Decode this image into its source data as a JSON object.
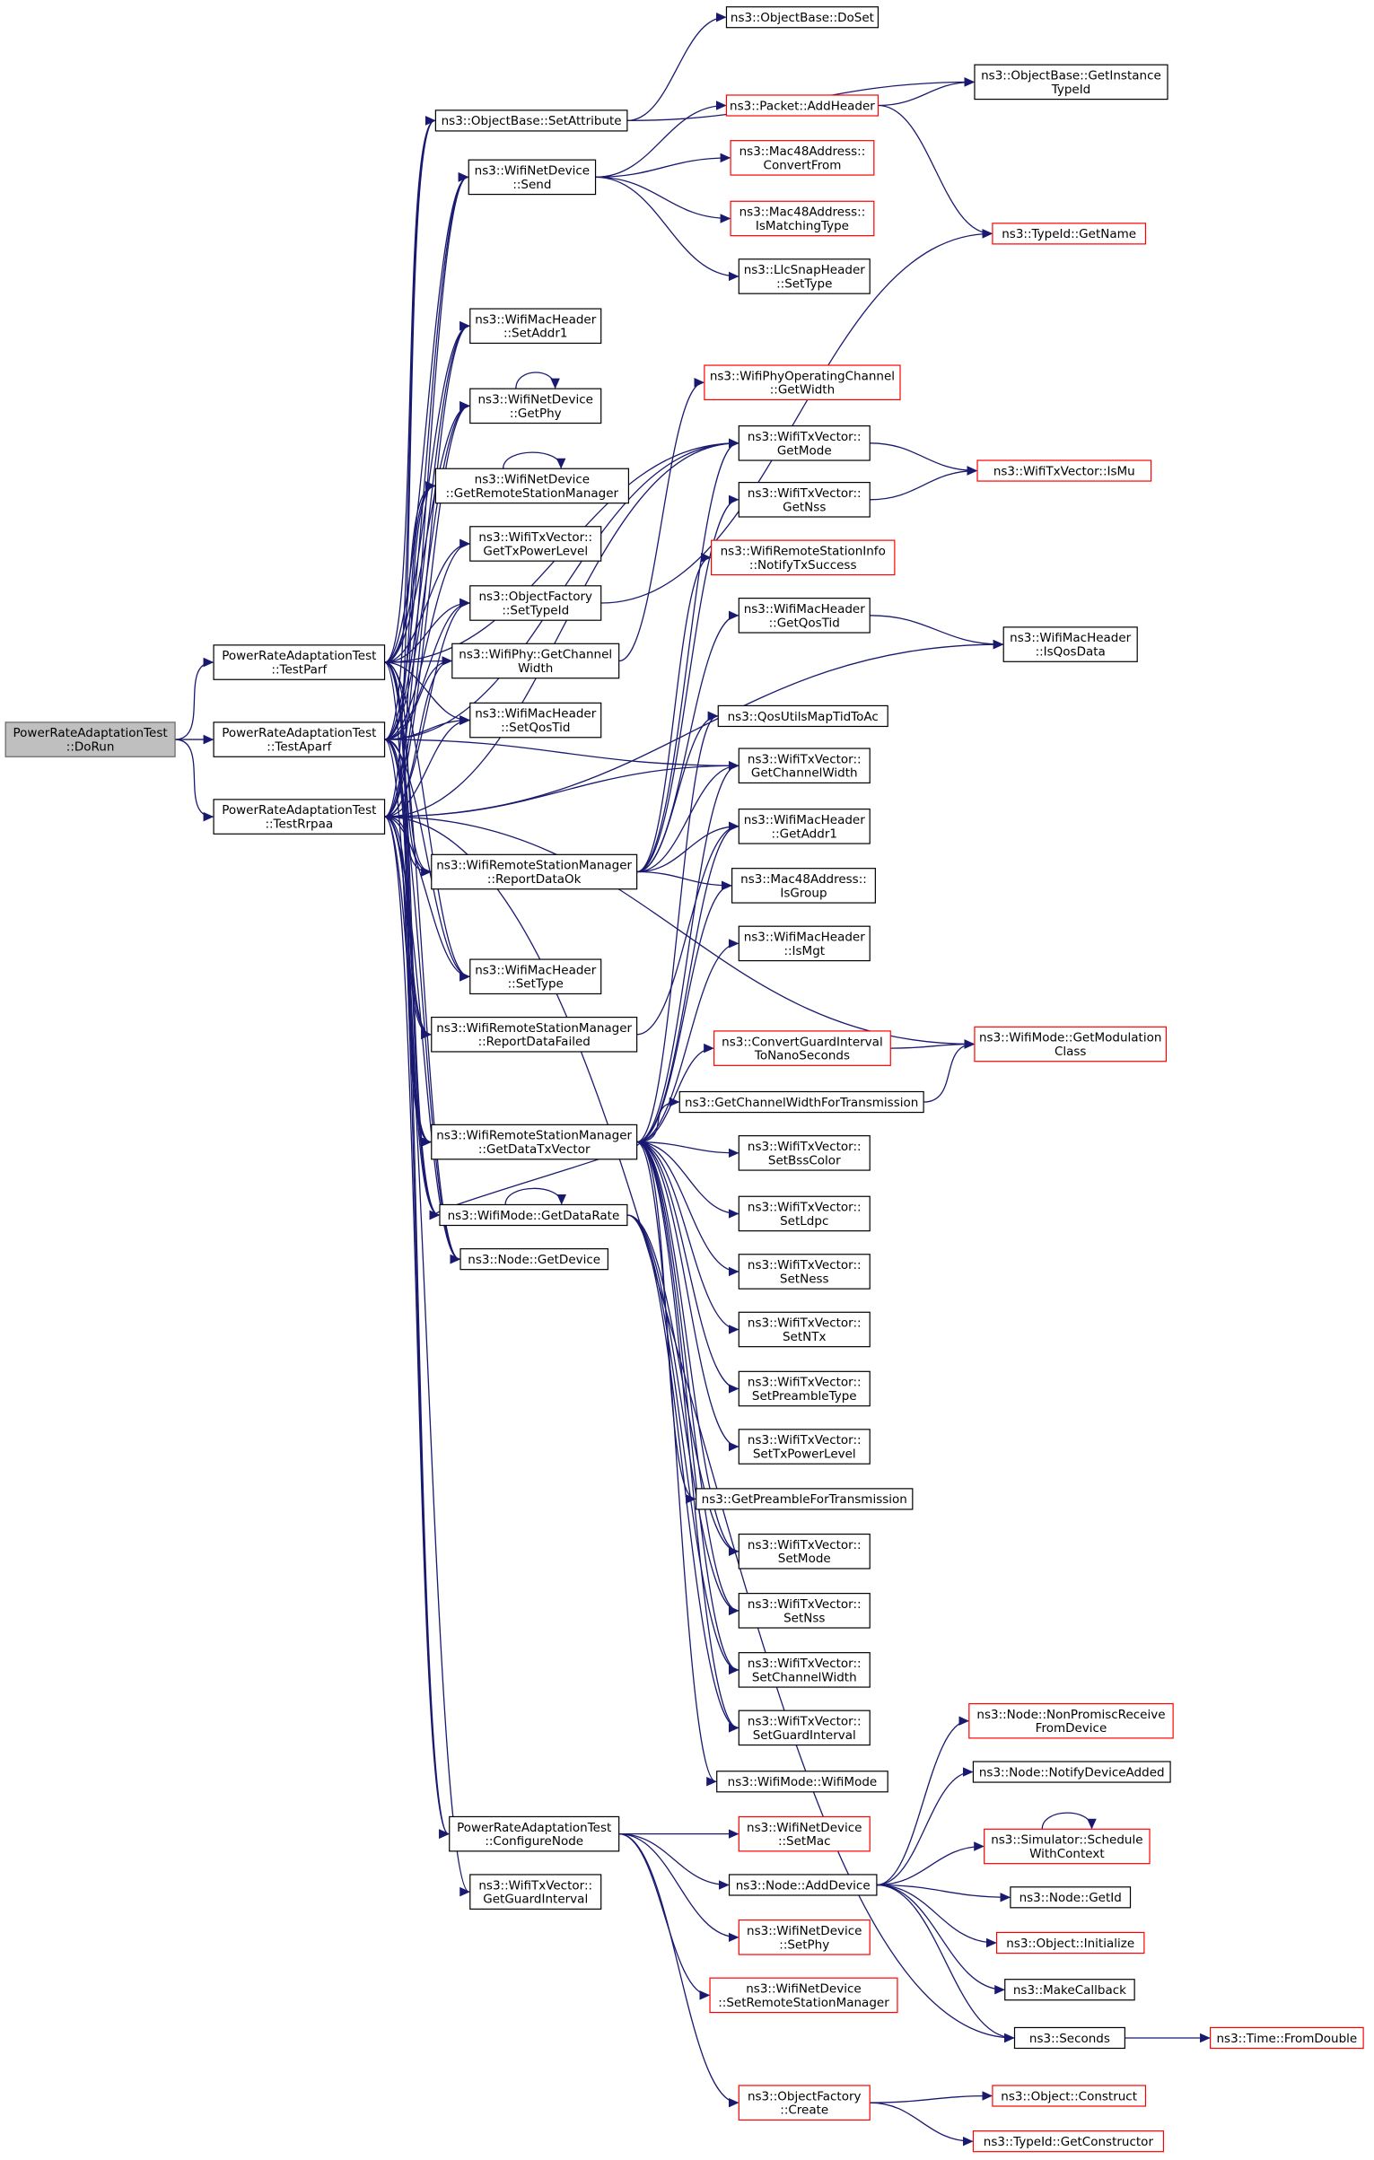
{
  "colors": {
    "edge": "#191970",
    "node_fill": "#ffffff",
    "root_fill": "#bfbfbf",
    "normal_border": "#000000",
    "truncated_border": "#ff0000",
    "root_border": "#666666"
  },
  "nodes": {
    "dorun": {
      "lines": [
        "PowerRateAdaptationTest",
        "::DoRun"
      ],
      "style": "root"
    },
    "testparf": {
      "lines": [
        "PowerRateAdaptationTest",
        "::TestParf"
      ],
      "style": "normal"
    },
    "testaparf": {
      "lines": [
        "PowerRateAdaptationTest",
        "::TestAparf"
      ],
      "style": "normal"
    },
    "testrrpaa": {
      "lines": [
        "PowerRateAdaptationTest",
        "::TestRrpaa"
      ],
      "style": "normal"
    },
    "setattribute": {
      "lines": [
        "ns3::ObjectBase::SetAttribute"
      ],
      "style": "normal"
    },
    "wifidev_send": {
      "lines": [
        "ns3::WifiNetDevice",
        "::Send"
      ],
      "style": "normal"
    },
    "setaddr1": {
      "lines": [
        "ns3::WifiMacHeader",
        "::SetAddr1"
      ],
      "style": "normal"
    },
    "getphy": {
      "lines": [
        "ns3::WifiNetDevice",
        "::GetPhy"
      ],
      "style": "normal"
    },
    "getrsm": {
      "lines": [
        "ns3::WifiNetDevice",
        "::GetRemoteStationManager"
      ],
      "style": "normal"
    },
    "gettxpowerlevel": {
      "lines": [
        "ns3::WifiTxVector::",
        "GetTxPowerLevel"
      ],
      "style": "normal"
    },
    "settypeid": {
      "lines": [
        "ns3::ObjectFactory",
        "::SetTypeId"
      ],
      "style": "normal"
    },
    "getchannelwidth_phy": {
      "lines": [
        "ns3::WifiPhy::GetChannel",
        "Width"
      ],
      "style": "normal"
    },
    "setqostid": {
      "lines": [
        "ns3::WifiMacHeader",
        "::SetQosTid"
      ],
      "style": "normal"
    },
    "reportdataok": {
      "lines": [
        "ns3::WifiRemoteStationManager",
        "::ReportDataOk"
      ],
      "style": "normal"
    },
    "settype_mac": {
      "lines": [
        "ns3::WifiMacHeader",
        "::SetType"
      ],
      "style": "normal"
    },
    "reportdatafailed": {
      "lines": [
        "ns3::WifiRemoteStationManager",
        "::ReportDataFailed"
      ],
      "style": "normal"
    },
    "getdatatxvector": {
      "lines": [
        "ns3::WifiRemoteStationManager",
        "::GetDataTxVector"
      ],
      "style": "normal"
    },
    "getdatarate": {
      "lines": [
        "ns3::WifiMode::GetDataRate"
      ],
      "style": "normal"
    },
    "node_getdevice": {
      "lines": [
        "ns3::Node::GetDevice"
      ],
      "style": "normal"
    },
    "configurenode": {
      "lines": [
        "PowerRateAdaptationTest",
        "::ConfigureNode"
      ],
      "style": "normal"
    },
    "getguardinterval": {
      "lines": [
        "ns3::WifiTxVector::",
        "GetGuardInterval"
      ],
      "style": "normal"
    },
    "doset": {
      "lines": [
        "ns3::ObjectBase::DoSet"
      ],
      "style": "normal"
    },
    "addheader": {
      "lines": [
        "ns3::Packet::AddHeader"
      ],
      "style": "truncated"
    },
    "convertfrom": {
      "lines": [
        "ns3::Mac48Address::",
        "ConvertFrom"
      ],
      "style": "truncated"
    },
    "ismatchingtype": {
      "lines": [
        "ns3::Mac48Address::",
        "IsMatchingType"
      ],
      "style": "truncated"
    },
    "llcsnap_settype": {
      "lines": [
        "ns3::LlcSnapHeader",
        "::SetType"
      ],
      "style": "normal"
    },
    "opchannel_getwidth": {
      "lines": [
        "ns3::WifiPhyOperatingChannel",
        "::GetWidth"
      ],
      "style": "truncated"
    },
    "getmode": {
      "lines": [
        "ns3::WifiTxVector::",
        "GetMode"
      ],
      "style": "normal"
    },
    "getnss": {
      "lines": [
        "ns3::WifiTxVector::",
        "GetNss"
      ],
      "style": "normal"
    },
    "notifytxsuccess": {
      "lines": [
        "ns3::WifiRemoteStationInfo",
        "::NotifyTxSuccess"
      ],
      "style": "truncated"
    },
    "getqostid": {
      "lines": [
        "ns3::WifiMacHeader",
        "::GetQosTid"
      ],
      "style": "normal"
    },
    "qosmaptidtoac": {
      "lines": [
        "ns3::QosUtilsMapTidToAc"
      ],
      "style": "normal"
    },
    "getchannelwidth_tx": {
      "lines": [
        "ns3::WifiTxVector::",
        "GetChannelWidth"
      ],
      "style": "normal"
    },
    "getaddr1": {
      "lines": [
        "ns3::WifiMacHeader",
        "::GetAddr1"
      ],
      "style": "normal"
    },
    "isgroup": {
      "lines": [
        "ns3::Mac48Address::",
        "IsGroup"
      ],
      "style": "normal"
    },
    "ismgt": {
      "lines": [
        "ns3::WifiMacHeader",
        "::IsMgt"
      ],
      "style": "normal"
    },
    "convertgi": {
      "lines": [
        "ns3::ConvertGuardInterval",
        "ToNanoSeconds"
      ],
      "style": "truncated"
    },
    "getcwfortx": {
      "lines": [
        "ns3::GetChannelWidthForTransmission"
      ],
      "style": "normal"
    },
    "setbsscolor": {
      "lines": [
        "ns3::WifiTxVector::",
        "SetBssColor"
      ],
      "style": "normal"
    },
    "setldpc": {
      "lines": [
        "ns3::WifiTxVector::",
        "SetLdpc"
      ],
      "style": "normal"
    },
    "setness": {
      "lines": [
        "ns3::WifiTxVector::",
        "SetNess"
      ],
      "style": "normal"
    },
    "setntx": {
      "lines": [
        "ns3::WifiTxVector::",
        "SetNTx"
      ],
      "style": "normal"
    },
    "setpreambletype": {
      "lines": [
        "ns3::WifiTxVector::",
        "SetPreambleType"
      ],
      "style": "normal"
    },
    "settxpowerlevel": {
      "lines": [
        "ns3::WifiTxVector::",
        "SetTxPowerLevel"
      ],
      "style": "normal"
    },
    "getpreamble": {
      "lines": [
        "ns3::GetPreambleForTransmission"
      ],
      "style": "normal"
    },
    "setmode": {
      "lines": [
        "ns3::WifiTxVector::",
        "SetMode"
      ],
      "style": "normal"
    },
    "setnss": {
      "lines": [
        "ns3::WifiTxVector::",
        "SetNss"
      ],
      "style": "normal"
    },
    "setchannelwidth": {
      "lines": [
        "ns3::WifiTxVector::",
        "SetChannelWidth"
      ],
      "style": "normal"
    },
    "setguardinterval": {
      "lines": [
        "ns3::WifiTxVector::",
        "SetGuardInterval"
      ],
      "style": "normal"
    },
    "wifimode_ctor": {
      "lines": [
        "ns3::WifiMode::WifiMode"
      ],
      "style": "normal"
    },
    "wifidev_setmac": {
      "lines": [
        "ns3::WifiNetDevice",
        "::SetMac"
      ],
      "style": "truncated"
    },
    "node_adddevice": {
      "lines": [
        "ns3::Node::AddDevice"
      ],
      "style": "normal"
    },
    "wifidev_setphy": {
      "lines": [
        "ns3::WifiNetDevice",
        "::SetPhy"
      ],
      "style": "truncated"
    },
    "wifidev_setrsm": {
      "lines": [
        "ns3::WifiNetDevice",
        "::SetRemoteStationManager"
      ],
      "style": "truncated"
    },
    "objfactory_create": {
      "lines": [
        "ns3::ObjectFactory",
        "::Create"
      ],
      "style": "truncated"
    },
    "getinstancetypeid": {
      "lines": [
        "ns3::ObjectBase::GetInstance",
        "TypeId"
      ],
      "style": "normal"
    },
    "typeid_getname": {
      "lines": [
        "ns3::TypeId::GetName"
      ],
      "style": "truncated"
    },
    "ismu": {
      "lines": [
        "ns3::WifiTxVector::IsMu"
      ],
      "style": "truncated"
    },
    "isqosdata": {
      "lines": [
        "ns3::WifiMacHeader",
        "::IsQosData"
      ],
      "style": "normal"
    },
    "getmodulationclass": {
      "lines": [
        "ns3::WifiMode::GetModulation",
        "Class"
      ],
      "style": "truncated"
    },
    "nonpromisc": {
      "lines": [
        "ns3::Node::NonPromiscReceive",
        "FromDevice"
      ],
      "style": "truncated"
    },
    "notifydeviceadded": {
      "lines": [
        "ns3::Node::NotifyDeviceAdded"
      ],
      "style": "normal"
    },
    "schedulewithcontext": {
      "lines": [
        "ns3::Simulator::Schedule",
        "WithContext"
      ],
      "style": "truncated"
    },
    "node_getid": {
      "lines": [
        "ns3::Node::GetId"
      ],
      "style": "normal"
    },
    "object_initialize": {
      "lines": [
        "ns3::Object::Initialize"
      ],
      "style": "truncated"
    },
    "makecallback": {
      "lines": [
        "ns3::MakeCallback"
      ],
      "style": "normal"
    },
    "seconds": {
      "lines": [
        "ns3::Seconds"
      ],
      "style": "normal"
    },
    "object_construct": {
      "lines": [
        "ns3::Object::Construct"
      ],
      "style": "truncated"
    },
    "typeid_getconstructor": {
      "lines": [
        "ns3::TypeId::GetConstructor"
      ],
      "style": "truncated"
    },
    "time_fromdouble": {
      "lines": [
        "ns3::Time::FromDouble"
      ],
      "style": "truncated"
    }
  },
  "edges": [
    [
      "dorun",
      "testparf"
    ],
    [
      "dorun",
      "testaparf"
    ],
    [
      "dorun",
      "testrrpaa"
    ],
    [
      "testparf",
      "setattribute"
    ],
    [
      "testparf",
      "wifidev_send"
    ],
    [
      "testparf",
      "setaddr1"
    ],
    [
      "testparf",
      "getphy"
    ],
    [
      "testparf",
      "getrsm"
    ],
    [
      "testparf",
      "gettxpowerlevel"
    ],
    [
      "testparf",
      "settypeid"
    ],
    [
      "testparf",
      "getchannelwidth_phy"
    ],
    [
      "testparf",
      "setqostid"
    ],
    [
      "testparf",
      "reportdataok"
    ],
    [
      "testparf",
      "settype_mac"
    ],
    [
      "testparf",
      "reportdatafailed"
    ],
    [
      "testparf",
      "getdatatxvector"
    ],
    [
      "testparf",
      "getdatarate"
    ],
    [
      "testparf",
      "node_getdevice"
    ],
    [
      "testparf",
      "configurenode"
    ],
    [
      "testparf",
      "getmode"
    ],
    [
      "testaparf",
      "setattribute"
    ],
    [
      "testaparf",
      "wifidev_send"
    ],
    [
      "testaparf",
      "setaddr1"
    ],
    [
      "testaparf",
      "getphy"
    ],
    [
      "testaparf",
      "getrsm"
    ],
    [
      "testaparf",
      "gettxpowerlevel"
    ],
    [
      "testaparf",
      "settypeid"
    ],
    [
      "testaparf",
      "getchannelwidth_phy"
    ],
    [
      "testaparf",
      "setqostid"
    ],
    [
      "testaparf",
      "reportdataok"
    ],
    [
      "testaparf",
      "settype_mac"
    ],
    [
      "testaparf",
      "reportdatafailed"
    ],
    [
      "testaparf",
      "getdatatxvector"
    ],
    [
      "testaparf",
      "getdatarate"
    ],
    [
      "testaparf",
      "node_getdevice"
    ],
    [
      "testaparf",
      "configurenode"
    ],
    [
      "testaparf",
      "getmode"
    ],
    [
      "testaparf",
      "getchannelwidth_tx"
    ],
    [
      "testrrpaa",
      "setattribute"
    ],
    [
      "testrrpaa",
      "wifidev_send"
    ],
    [
      "testrrpaa",
      "setaddr1"
    ],
    [
      "testrrpaa",
      "getphy"
    ],
    [
      "testrrpaa",
      "getrsm"
    ],
    [
      "testrrpaa",
      "settypeid"
    ],
    [
      "testrrpaa",
      "getchannelwidth_phy"
    ],
    [
      "testrrpaa",
      "setqostid"
    ],
    [
      "testrrpaa",
      "reportdataok"
    ],
    [
      "testrrpaa",
      "settype_mac"
    ],
    [
      "testrrpaa",
      "reportdatafailed"
    ],
    [
      "testrrpaa",
      "getdatatxvector"
    ],
    [
      "testrrpaa",
      "getdatarate"
    ],
    [
      "testrrpaa",
      "node_getdevice"
    ],
    [
      "testrrpaa",
      "configurenode"
    ],
    [
      "testrrpaa",
      "getguardinterval"
    ],
    [
      "testrrpaa",
      "seconds"
    ],
    [
      "testrrpaa",
      "getmode"
    ],
    [
      "testrrpaa",
      "getchannelwidth_tx"
    ],
    [
      "testrrpaa",
      "isqosdata"
    ],
    [
      "testrrpaa",
      "getmodulationclass"
    ],
    [
      "setattribute",
      "doset"
    ],
    [
      "setattribute",
      "getinstancetypeid"
    ],
    [
      "wifidev_send",
      "addheader"
    ],
    [
      "wifidev_send",
      "convertfrom"
    ],
    [
      "wifidev_send",
      "ismatchingtype"
    ],
    [
      "wifidev_send",
      "llcsnap_settype"
    ],
    [
      "addheader",
      "getinstancetypeid"
    ],
    [
      "addheader",
      "typeid_getname"
    ],
    [
      "getphy",
      "getphy"
    ],
    [
      "getrsm",
      "getrsm"
    ],
    [
      "settypeid",
      "typeid_getname"
    ],
    [
      "getchannelwidth_phy",
      "opchannel_getwidth"
    ],
    [
      "getmode",
      "ismu"
    ],
    [
      "getnss",
      "ismu"
    ],
    [
      "reportdataok",
      "getmode"
    ],
    [
      "reportdataok",
      "getnss"
    ],
    [
      "reportdataok",
      "notifytxsuccess"
    ],
    [
      "reportdataok",
      "getqostid"
    ],
    [
      "reportdataok",
      "qosmaptidtoac"
    ],
    [
      "reportdataok",
      "getchannelwidth_tx"
    ],
    [
      "reportdataok",
      "getaddr1"
    ],
    [
      "reportdataok",
      "isgroup"
    ],
    [
      "getqostid",
      "isqosdata"
    ],
    [
      "reportdatafailed",
      "getaddr1"
    ],
    [
      "getdatatxvector",
      "getaddr1"
    ],
    [
      "getdatatxvector",
      "isgroup"
    ],
    [
      "getdatatxvector",
      "ismgt"
    ],
    [
      "getdatatxvector",
      "convertgi"
    ],
    [
      "getdatatxvector",
      "getcwfortx"
    ],
    [
      "getdatatxvector",
      "setbsscolor"
    ],
    [
      "getdatatxvector",
      "setldpc"
    ],
    [
      "getdatatxvector",
      "setness"
    ],
    [
      "getdatatxvector",
      "setntx"
    ],
    [
      "getdatatxvector",
      "setpreambletype"
    ],
    [
      "getdatatxvector",
      "settxpowerlevel"
    ],
    [
      "getdatatxvector",
      "getpreamble"
    ],
    [
      "getdatatxvector",
      "setmode"
    ],
    [
      "getdatatxvector",
      "setnss"
    ],
    [
      "getdatatxvector",
      "setchannelwidth"
    ],
    [
      "getdatatxvector",
      "setguardinterval"
    ],
    [
      "getdatatxvector",
      "wifimode_ctor"
    ],
    [
      "getdatatxvector",
      "getdatarate"
    ],
    [
      "getdatatxvector",
      "getchannelwidth_tx"
    ],
    [
      "getdatatxvector",
      "qosmaptidtoac"
    ],
    [
      "convertgi",
      "getmodulationclass"
    ],
    [
      "getcwfortx",
      "getmodulationclass"
    ],
    [
      "getdatarate",
      "getdatarate"
    ],
    [
      "getdatarate",
      "setmode"
    ],
    [
      "getdatarate",
      "setnss"
    ],
    [
      "getdatarate",
      "setchannelwidth"
    ],
    [
      "getdatarate",
      "setguardinterval"
    ],
    [
      "configurenode",
      "wifidev_setmac"
    ],
    [
      "configurenode",
      "node_adddevice"
    ],
    [
      "configurenode",
      "wifidev_setphy"
    ],
    [
      "configurenode",
      "wifidev_setrsm"
    ],
    [
      "configurenode",
      "objfactory_create"
    ],
    [
      "node_adddevice",
      "nonpromisc"
    ],
    [
      "node_adddevice",
      "notifydeviceadded"
    ],
    [
      "node_adddevice",
      "schedulewithcontext"
    ],
    [
      "node_adddevice",
      "node_getid"
    ],
    [
      "node_adddevice",
      "object_initialize"
    ],
    [
      "node_adddevice",
      "makecallback"
    ],
    [
      "node_adddevice",
      "seconds"
    ],
    [
      "schedulewithcontext",
      "schedulewithcontext"
    ],
    [
      "seconds",
      "time_fromdouble"
    ],
    [
      "objfactory_create",
      "object_construct"
    ],
    [
      "objfactory_create",
      "typeid_getconstructor"
    ]
  ]
}
